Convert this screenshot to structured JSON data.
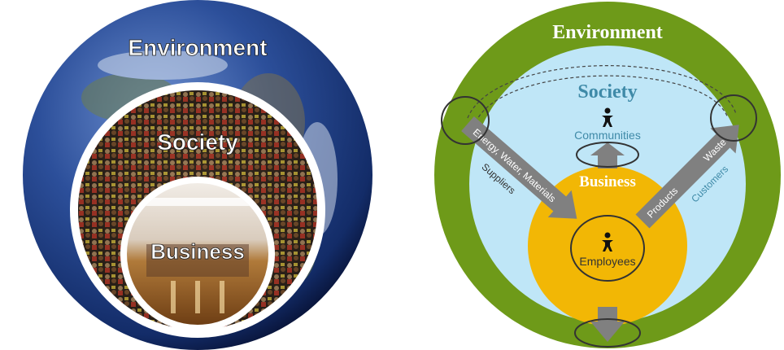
{
  "left_diagram": {
    "outer_label": "Environment",
    "middle_label": "Society",
    "inner_label": "Business"
  },
  "right_diagram": {
    "outer_label": "Environment",
    "middle_label": "Society",
    "inner_label": "Business",
    "communities_label": "Communities",
    "employees_label": "Employees",
    "inflow_arrow_label": "Energy, Water, Materials",
    "suppliers_label": "Suppliers",
    "products_label": "Products",
    "waste_label": "Waste",
    "customers_label": "Customers"
  },
  "colors": {
    "earth_ocean": "#1f3f86",
    "earth_deep": "#0a1a4a",
    "right_outer_green": "#6e9a19",
    "right_society_blue": "#bfe6f7",
    "right_business_yellow": "#f2b705",
    "society_title": "#3f8aa8",
    "business_title": "#ffffff",
    "arrow_gray": "#808080",
    "person_icon": "#111111"
  },
  "icons": [
    "person-icon",
    "person-icon"
  ]
}
